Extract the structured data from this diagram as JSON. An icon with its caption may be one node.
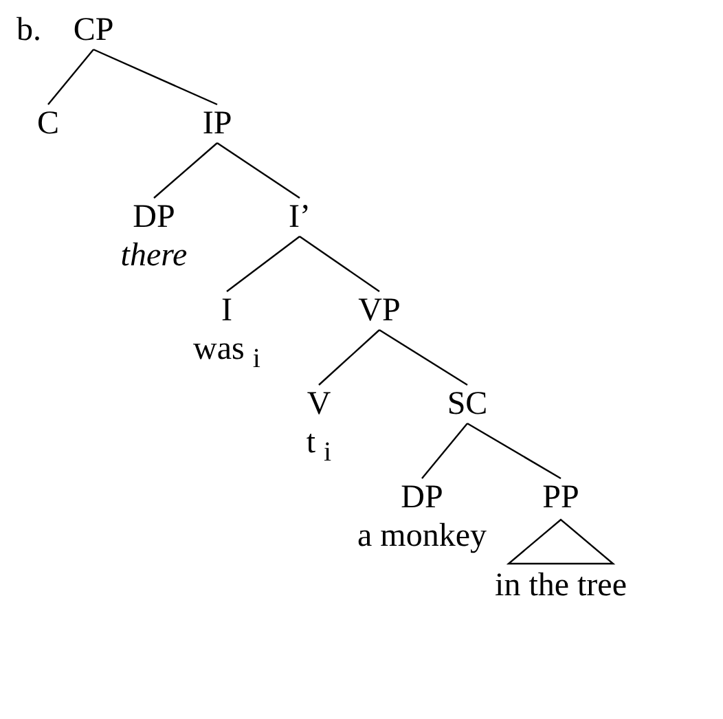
{
  "diagram": {
    "nodes": [
      {
        "text": [
          "CP"
        ]
      },
      {
        "text": [
          "C"
        ]
      },
      {
        "text": [
          "IP"
        ]
      },
      {
        "text": [
          "DP",
          "there"
        ]
      },
      {
        "text": [
          "I’"
        ]
      },
      {
        "text": [
          "I",
          "was $_{i}$"
        ]
      },
      {
        "text": [
          "VP"
        ]
      },
      {
        "text": [
          "V",
          "t $_{i}$"
        ]
      },
      {
        "text": [
          "SC"
        ]
      },
      {
        "text": [
          "DP",
          "a monkey"
        ]
      },
      {
        "text": [
          "PP",
          "in the tree"
        ]
      }
    ],
    "edges": [
      {
        "from": 0,
        "to": 1,
        "arrow": "none"
      },
      {
        "from": 0,
        "to": 2,
        "arrow": "none"
      },
      {
        "from": 2,
        "to": 3,
        "arrow": "none"
      },
      {
        "from": 2,
        "to": 4,
        "arrow": "none"
      },
      {
        "from": 4,
        "to": 5,
        "arrow": "none"
      },
      {
        "from": 4,
        "to": 6,
        "arrow": "none"
      },
      {
        "from": 6,
        "to": 7,
        "arrow": "none"
      },
      {
        "from": 6,
        "to": 8,
        "arrow": "none"
      },
      {
        "from": 8,
        "to": 9,
        "arrow": "none"
      },
      {
        "from": 8,
        "to": 10,
        "arrow": "none"
      }
    ],
    "labels": [
      "b."
    ]
  }
}
